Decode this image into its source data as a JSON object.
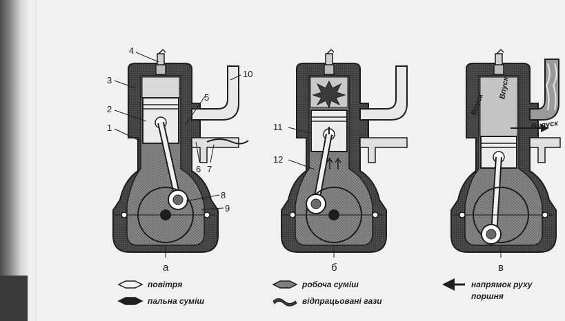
{
  "callouts": {
    "n1": "1",
    "n2": "2",
    "n3": "3",
    "n4": "4",
    "n5": "5",
    "n6": "6",
    "n7": "7",
    "n8": "8",
    "n9": "9",
    "n10": "10",
    "n11": "11",
    "n12": "12"
  },
  "panels": {
    "a": "а",
    "b": "б",
    "v": "в"
  },
  "inner_labels": {
    "vpusk": "Впуск",
    "vypusk_cyl": "Впуск",
    "vypusk_arrow": "Випуск"
  },
  "legend": {
    "air": "повітря",
    "fuel_mix": "пальна суміш",
    "working_mix": "робоча суміш",
    "exhaust": "відпрацьовані гази",
    "piston_dir_line1": "напрямок руху",
    "piston_dir_line2": "поршня"
  },
  "colors": {
    "ink": "#1e1e1e",
    "hatch": "#3c3c3c",
    "paper": "#f1f1f1"
  }
}
